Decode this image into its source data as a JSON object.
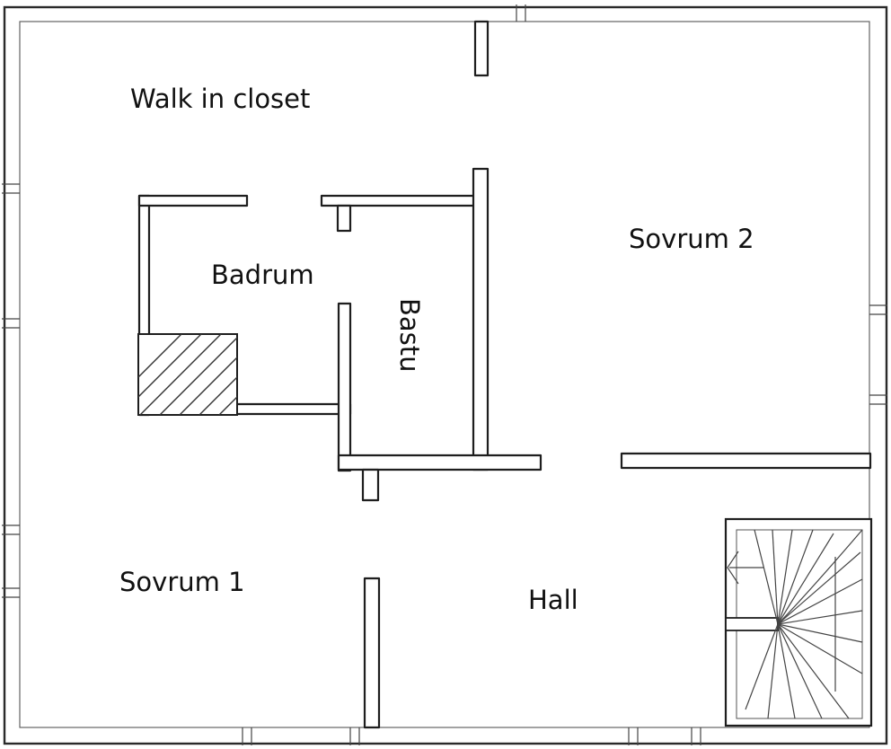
{
  "rooms": {
    "walk_in_closet": "Walk in closet",
    "badrum": "Badrum",
    "bastu": "Bastu",
    "sovrum_2": "Sovrum 2",
    "sovrum_1": "Sovrum 1",
    "hall": "Hall"
  },
  "colors": {
    "ink": "#1e1e1e",
    "paper": "#ffffff"
  }
}
